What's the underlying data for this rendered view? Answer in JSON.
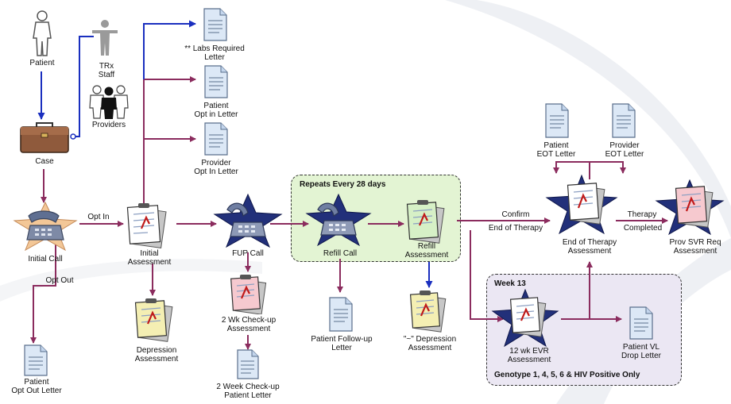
{
  "colors": {
    "flow_arrow": "#8b2c5e",
    "blue_arrow": "#1a2fbf",
    "star": "#22307a",
    "refill_group_bg": "#e3f4d3",
    "week13_group_bg": "#ebe7f3"
  },
  "groups": {
    "refill_cycle": {
      "title": "Repeats Every 28 days"
    },
    "week13": {
      "title": "Week 13",
      "footnote": "Genotype 1, 4, 5, 6 & HIV Positive Only"
    }
  },
  "actors": {
    "patient": "Patient",
    "trx_staff": [
      "TRx",
      "Staff"
    ],
    "providers": "Providers"
  },
  "nodes": {
    "case": "Case",
    "initial_call": "Initial Call",
    "initial_assessment": [
      "Initial",
      "Assessment"
    ],
    "fup_call": "FUP Call",
    "refill_call": "Refill Call",
    "refill_assessment": [
      "Refill",
      "Assessment"
    ],
    "end_of_therapy_assessment": [
      "End of Therapy",
      "Assessment"
    ],
    "prov_svr_req_assessment": [
      "Prov SVR Req",
      "Assessment"
    ],
    "depression_assessment": [
      "Depression",
      "Assessment"
    ],
    "two_wk_checkup_assessment": [
      "2 Wk Check-up",
      "Assessment"
    ],
    "twelve_wk_evr_assessment": [
      "12 wk EVR",
      "Assessment"
    ],
    "depression_assessment_refill": [
      "\"~\" Depression",
      "Assessment"
    ]
  },
  "letters": {
    "labs_required": [
      "** Labs Required",
      "Letter"
    ],
    "patient_opt_in": [
      "Patient",
      "Opt in Letter"
    ],
    "provider_opt_in": [
      "Provider",
      "Opt In Letter"
    ],
    "patient_opt_out": [
      "Patient",
      "Opt Out Letter"
    ],
    "two_week_checkup_patient": [
      "2 Week Check-up",
      "Patient Letter"
    ],
    "patient_follow_up": [
      "Patient Follow-up",
      "Letter"
    ],
    "patient_eot": [
      "Patient",
      "EOT Letter"
    ],
    "provider_eot": [
      "Provider",
      "EOT Letter"
    ],
    "patient_vl_drop": [
      "Patient VL",
      "Drop Letter"
    ]
  },
  "edge_labels": {
    "opt_in": "Opt In",
    "opt_out": "Opt Out",
    "confirm": "Confirm",
    "end_of_therapy": "End of Therapy",
    "therapy": "Therapy",
    "completed": "Completed"
  }
}
